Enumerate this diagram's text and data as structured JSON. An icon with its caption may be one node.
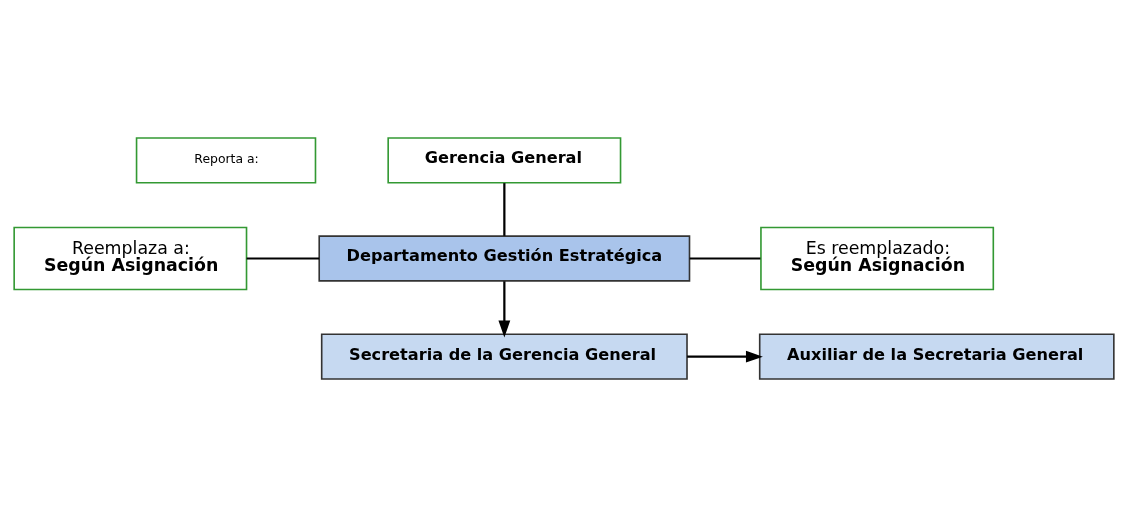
{
  "diagram": {
    "nodes": [
      {
        "text": [
          "Reporta a:"
        ]
      },
      {
        "text": [
          "Gerencia General"
        ]
      },
      {
        "text": [
          "Reemplaza a:",
          "Según Asignación"
        ]
      },
      {
        "text": [
          "Departamento Gestión Estratégica"
        ]
      },
      {
        "text": [
          "Es reemplazado:",
          "Según Asignación"
        ]
      },
      {
        "text": [
          "Secretaria de la Gerencia General"
        ]
      },
      {
        "text": [
          "Auxiliar de la Secretaria General"
        ]
      }
    ],
    "edges": [
      {
        "from": 1,
        "to": 3,
        "arrow": "none"
      },
      {
        "from": 2,
        "to": 3,
        "arrow": "none"
      },
      {
        "from": 3,
        "to": 4,
        "arrow": "none"
      },
      {
        "from": 3,
        "to": 5,
        "arrow": "to"
      },
      {
        "from": 5,
        "to": 6,
        "arrow": "to"
      }
    ]
  }
}
